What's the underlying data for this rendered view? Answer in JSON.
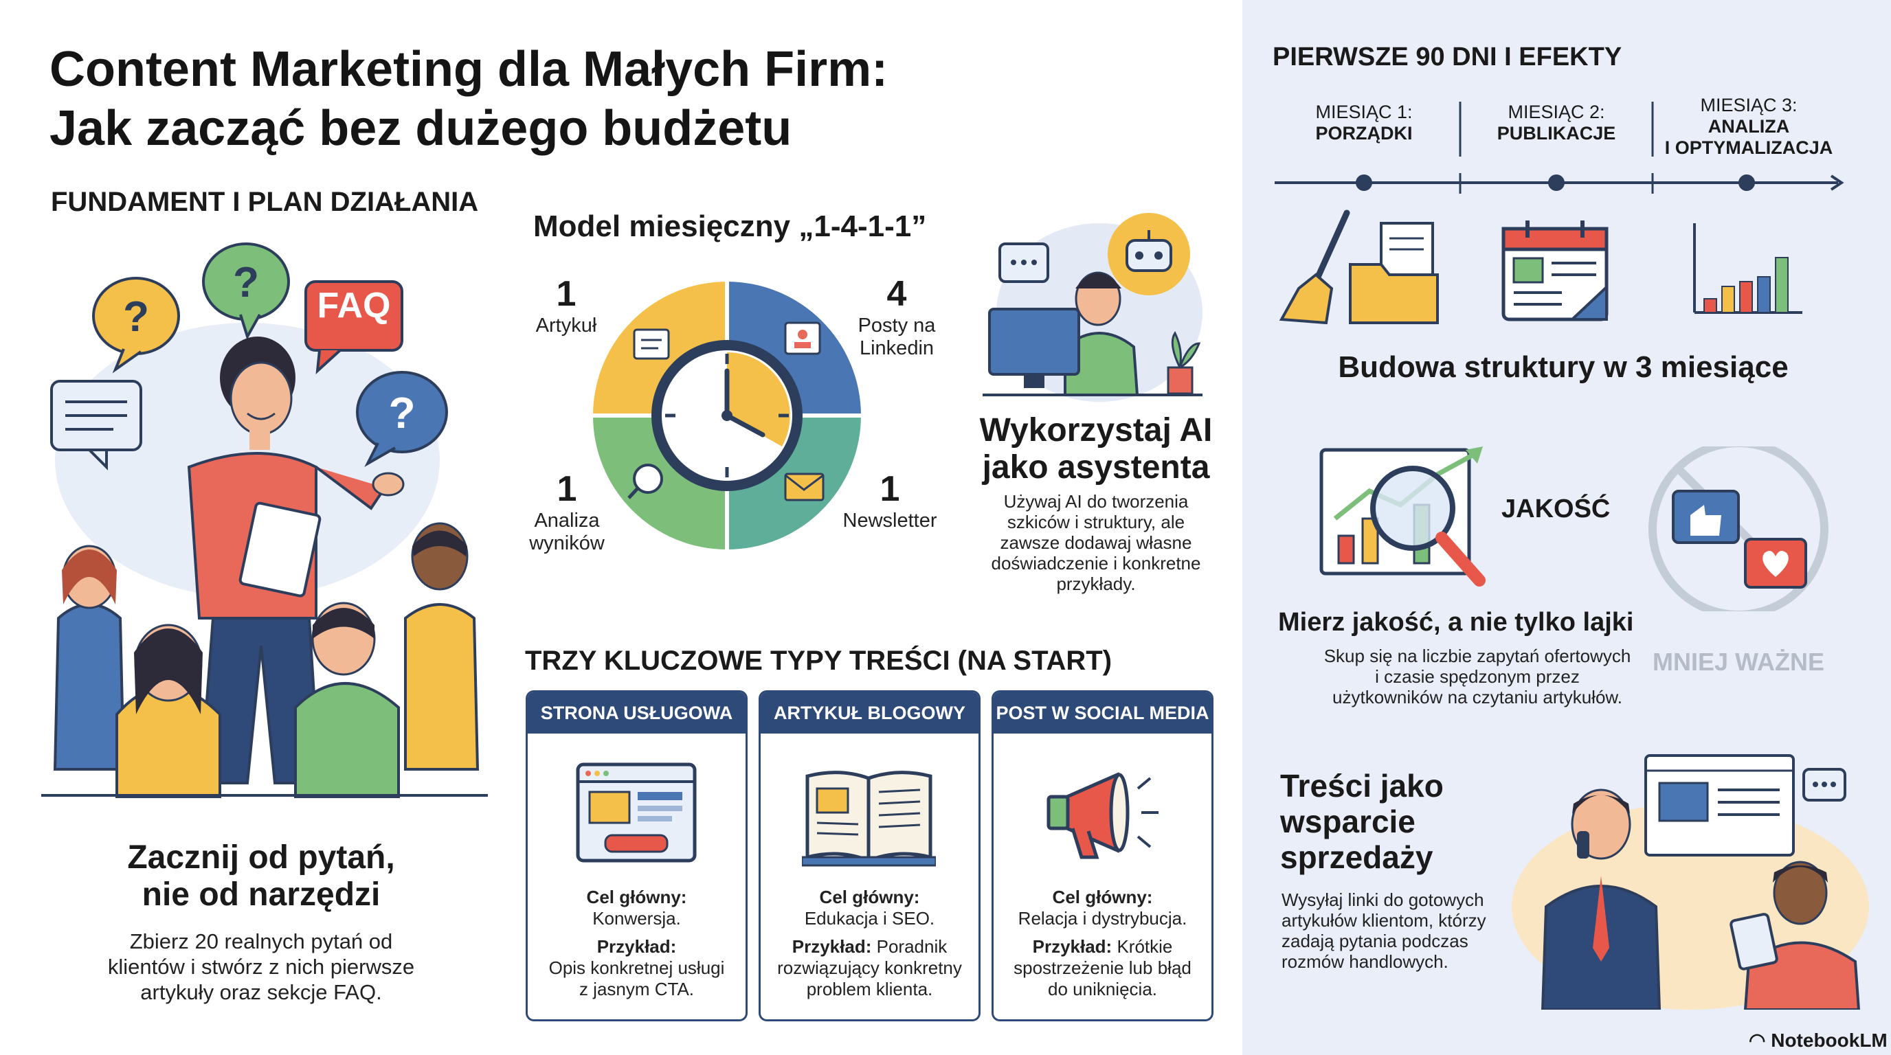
{
  "title": {
    "line1": "Content Marketing dla Małych Firm:",
    "line2": "Jak zacząć bez dużego budżetu"
  },
  "foundation": {
    "heading": "FUNDAMENT I PLAN DZIAŁANIA",
    "faq_bubble": "FAQ",
    "question_mark": "?",
    "subheading_line1": "Zacznij od pytań,",
    "subheading_line2": "nie od narzędzi",
    "body_line1": "Zbierz 20 realnych pytań od",
    "body_line2": "klientów i stwórz z nich pierwsze",
    "body_line3": "artykuły oraz sekcje FAQ."
  },
  "monthly_model": {
    "heading": "Model miesięczny „1-4-1-1”",
    "items": [
      {
        "num": "1",
        "label_line1": "Artykuł",
        "label_line2": ""
      },
      {
        "num": "4",
        "label_line1": "Posty na",
        "label_line2": "Linkedin"
      },
      {
        "num": "1",
        "label_line1": "Analiza",
        "label_line2": "wyników"
      },
      {
        "num": "1",
        "label_line1": "Newsletter",
        "label_line2": ""
      }
    ],
    "quadrant_colors": [
      "#f4c04a",
      "#4a77b4",
      "#7dbf7a",
      "#5fae9a"
    ]
  },
  "ai": {
    "heading_line1": "Wykorzystaj AI",
    "heading_line2": "jako asystenta",
    "body_line1": "Używaj AI do tworzenia",
    "body_line2": "szkiców i struktury, ale",
    "body_line3": "zawsze dodawaj własne",
    "body_line4": "doświadczenie i konkretne",
    "body_line5": "przykłady."
  },
  "content_types": {
    "heading": "TRZY KLUCZOWE TYPY TREŚCI (NA START)",
    "cards": [
      {
        "title": "STRONA USŁUGOWA",
        "goal_label": "Cel główny:",
        "goal": "Konwersja.",
        "example_label": "Przykład:",
        "example_line1": "Opis konkretnej usługi",
        "example_line2": "z jasnym CTA.",
        "example_line3": ""
      },
      {
        "title": "ARTYKUŁ BLOGOWY",
        "goal_label": "Cel główny:",
        "goal": "Edukacja i SEO.",
        "example_label": "Przykład:",
        "example_line1": "Poradnik",
        "example_line2": "rozwiązujący konkretny",
        "example_line3": "problem klienta."
      },
      {
        "title": "POST W SOCIAL MEDIA",
        "goal_label": "Cel główny:",
        "goal": "Relacja i dystrybucja.",
        "example_label": "Przykład:",
        "example_line1": "Krótkie",
        "example_line2": "spostrzeżenie lub błąd",
        "example_line3": "do uniknięcia."
      }
    ]
  },
  "first90": {
    "heading": "PIERWSZE 90 DNI I EFEKTY",
    "months": [
      {
        "line1": "MIESIĄC 1:",
        "line2": "PORZĄDKI",
        "line3": ""
      },
      {
        "line1": "MIESIĄC 2:",
        "line2": "PUBLIKACJE",
        "line3": ""
      },
      {
        "line1": "MIESIĄC 3:",
        "line2": "ANALIZA",
        "line3": "I OPTYMALIZACJA"
      }
    ],
    "structure_caption": "Budowa struktury w 3 miesiące"
  },
  "quality": {
    "label": "JAKOŚĆ",
    "heading": "Mierz jakość, a nie tylko lajki",
    "body_line1": "Skup się na liczbie zapytań ofertowych",
    "body_line2": "i czasie spędzonym przez",
    "body_line3": "użytkowników na czytaniu artykułów.",
    "less_important": "MNIEJ WAŻNE"
  },
  "sales": {
    "heading_line1": "Treści jako",
    "heading_line2": "wsparcie",
    "heading_line3": "sprzedaży",
    "body_line1": "Wysyłaj linki do gotowych",
    "body_line2": "artykułów klientom, którzy",
    "body_line3": "zadają pytania podczas",
    "body_line4": "rozmów handlowych."
  },
  "brand": {
    "name": "NotebookLM"
  }
}
